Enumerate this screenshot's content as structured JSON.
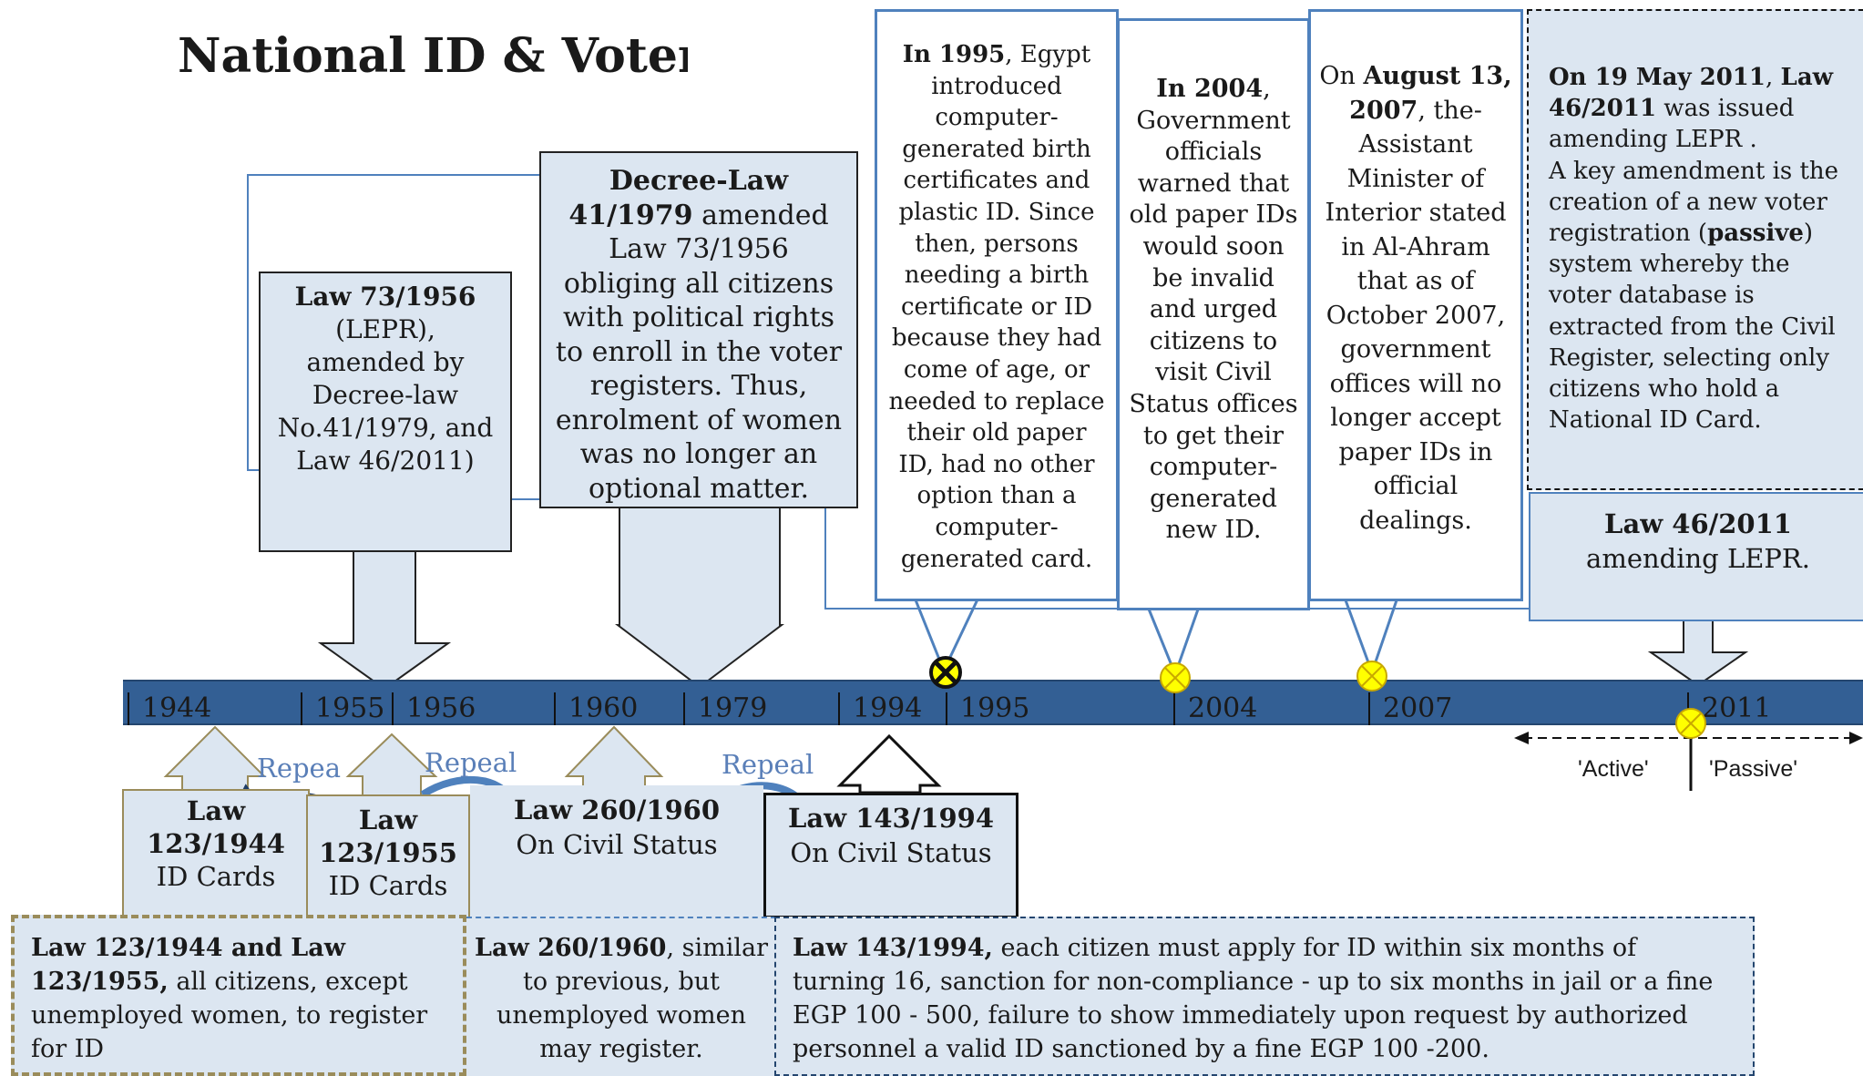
{
  "title": "National ID & Voter Registration",
  "boxes": {
    "law73": [
      "Law 73/1956",
      "(LEPR),",
      "amended by",
      "Decree-law",
      "No.41/1979, and",
      "Law 46/2011)"
    ],
    "decree41": {
      "bold": "Decree-Law 41/1979",
      "text": " amended Law 73/1956 obliging all citizens with political rights  to enroll in the voter registers. Thus, enrolment of women was no longer an optional matter."
    },
    "y1995": {
      "bold": "In 1995",
      "text": ", Egypt introduced computer-generated birth certificates and plastic ID. Since then, persons needing a birth certificate or ID because they had come of age, or needed to replace their old paper ID, had no  other option than a computer-generated card."
    },
    "y2004": {
      "bold": "In 2004",
      "text": ", Government officials warned that old paper IDs would soon be invalid and urged citizens to visit Civil Status offices to get their computer-generated new ID."
    },
    "y2007": {
      "pre": "On ",
      "bold": "August 13, 2007",
      "text": ", the-Assistant Minister of Interior stated in Al-Ahram that as of October 2007, government offices will no longer accept paper IDs in official dealings."
    },
    "may2011": {
      "pre": "On 19 May 2011",
      "mid": ", ",
      "bold2": "Law 46/2011",
      "text1": " was issued amending LEPR .",
      "text2": "A key amendment is the creation of a new voter registration (",
      "bold3": "passive",
      "text3": ") system whereby the voter database is extracted from the Civil Register, selecting only citizens who hold a National ID Card."
    },
    "law46": {
      "bold": "Law 46/2011",
      "text": "amending LEPR."
    }
  },
  "years": [
    "1944",
    "1955",
    "1956",
    "1960",
    "1979",
    "1994",
    "1995",
    "2004",
    "2007",
    "2011"
  ],
  "lower": {
    "law1944": {
      "bold1": "Law",
      "bold2": "123/1944",
      "text": "ID Cards"
    },
    "law1955": {
      "bold1": "Law",
      "bold2": "123/1955",
      "text": "ID Cards"
    },
    "law1960": {
      "bold": "Law 260/1960",
      "text": "On Civil Status"
    },
    "law1994": {
      "bold": "Law 143/1994",
      "text": "On Civil Status"
    },
    "repeal1": "Repea",
    "repeal2": "Repeal",
    "repeal3": "Repeal"
  },
  "active_label": "'Active'",
  "passive_label": "'Passive'",
  "notes": {
    "n1": {
      "bold": "Law 123/1944 and Law 123/1955,",
      "text": " all citizens, except unemployed women, to register for ID"
    },
    "n2": {
      "bold": "Law 260/1960",
      "text": ", similar to previous, but unemployed women may register."
    },
    "n3": {
      "bold": "Law 143/1994,",
      "text": " each citizen must apply for ID within six months of turning 16, sanction for non-compliance - up to six months in jail or a fine EGP 100 - 500, failure to show immediately upon request by authorized personnel a valid ID sanctioned by a fine EGP 100 -200."
    }
  },
  "colors": {
    "timeline": "#335f94",
    "box_fill": "#dce6f1",
    "connector": "#4f81bd",
    "marker": "#ffff00"
  }
}
